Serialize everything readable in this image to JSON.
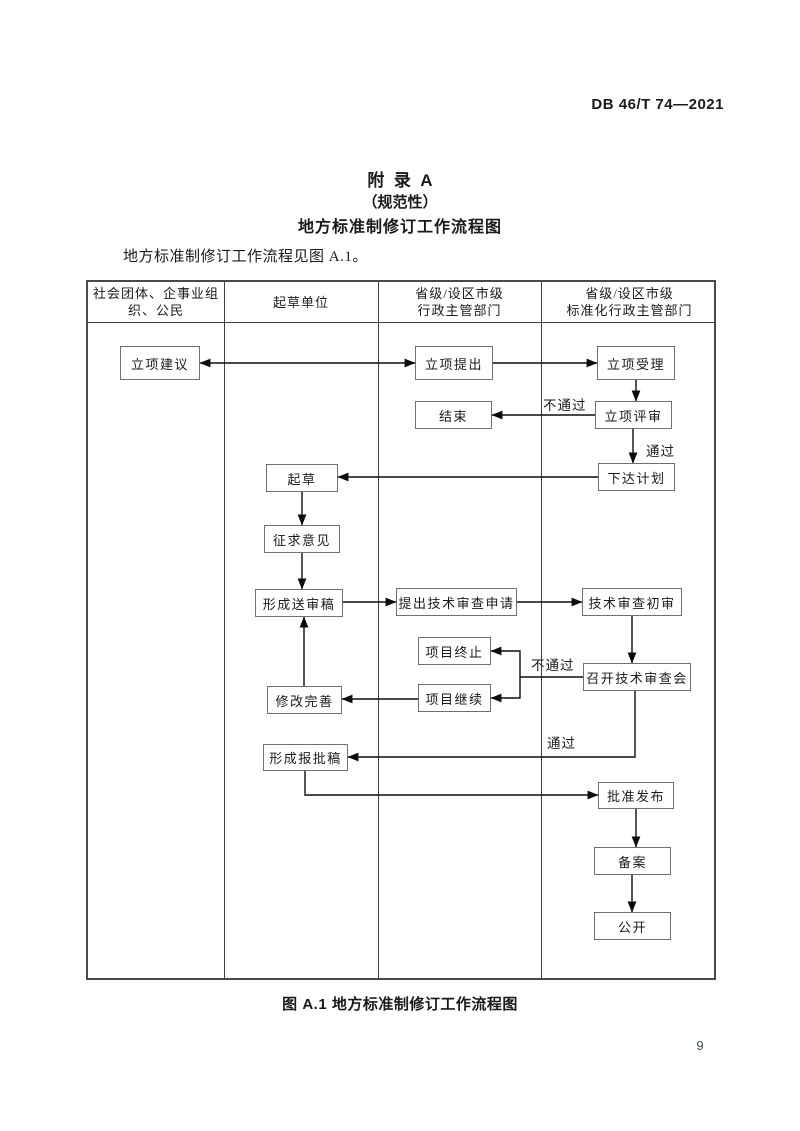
{
  "page": {
    "doc_code": "DB 46/T 74—2021",
    "page_number": "9"
  },
  "appendix": {
    "title_line1": "附  录  A",
    "title_line2": "（规范性）",
    "title_line3": "地方标准制修订工作流程图",
    "intro": "地方标准制修订工作流程见图 A.1。",
    "caption": "图 A.1 地方标准制修订工作流程图"
  },
  "flowchart": {
    "columns": [
      {
        "line1": "社会团体、企事业组",
        "line2": "织、公民"
      },
      {
        "line1": "起草单位",
        "line2": ""
      },
      {
        "line1": "省级/设区市级",
        "line2": "行政主管部门"
      },
      {
        "line1": "省级/设区市级",
        "line2": "标准化行政主管部门"
      }
    ],
    "nodes": {
      "proposal_suggestion": "立项建议",
      "proposal_submission": "立项提出",
      "proposal_acceptance": "立项受理",
      "end": "结束",
      "proposal_review": "立项评审",
      "issue_plan": "下达计划",
      "drafting": "起草",
      "solicit_opinions": "征求意见",
      "form_review_draft": "形成送审稿",
      "submit_tech_review_request": "提出技术审查申请",
      "tech_review_preliminary": "技术审查初审",
      "project_termination": "项目终止",
      "hold_tech_review_meeting": "召开技术审查会",
      "project_continue": "项目继续",
      "revise_improve": "修改完善",
      "form_approval_draft": "形成报批稿",
      "approve_publish": "批准发布",
      "filing": "备案",
      "publicize": "公开"
    },
    "edge_labels": {
      "not_passed_1": "不通过",
      "passed_1": "通过",
      "not_passed_2": "不通过",
      "passed_2": "通过"
    }
  }
}
